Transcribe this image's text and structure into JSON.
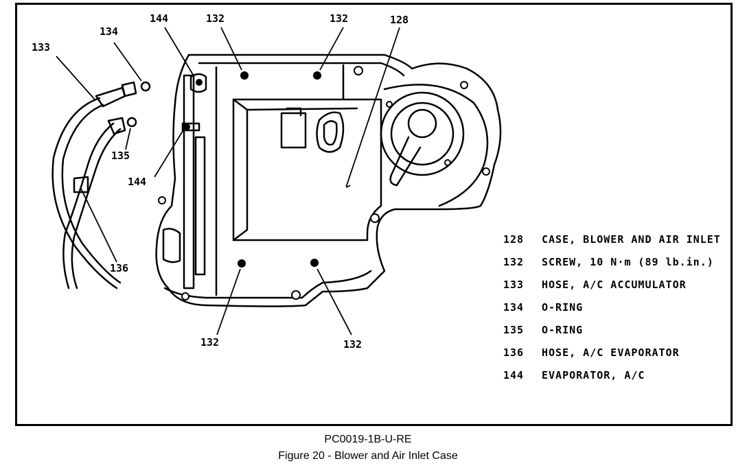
{
  "callouts": {
    "c133": "133",
    "c134": "134",
    "c144_top": "144",
    "c132_top_left": "132",
    "c132_top_right": "132",
    "c128": "128",
    "c135": "135",
    "c144_mid": "144",
    "c136": "136",
    "c132_bottom_left": "132",
    "c132_bottom_right": "132"
  },
  "legend": [
    {
      "number": "128",
      "text": "CASE, BLOWER AND AIR INLET"
    },
    {
      "number": "132",
      "text": "SCREW, 10 N·m (89 lb.in.)"
    },
    {
      "number": "133",
      "text": "HOSE, A/C ACCUMULATOR"
    },
    {
      "number": "134",
      "text": "O-RING"
    },
    {
      "number": "135",
      "text": "O-RING"
    },
    {
      "number": "136",
      "text": "HOSE, A/C EVAPORATOR"
    },
    {
      "number": "144",
      "text": "EVAPORATOR, A/C"
    }
  ],
  "caption": {
    "code": "PC0019-1B-U-RE",
    "title": "Figure 20 - Blower and Air Inlet Case"
  }
}
